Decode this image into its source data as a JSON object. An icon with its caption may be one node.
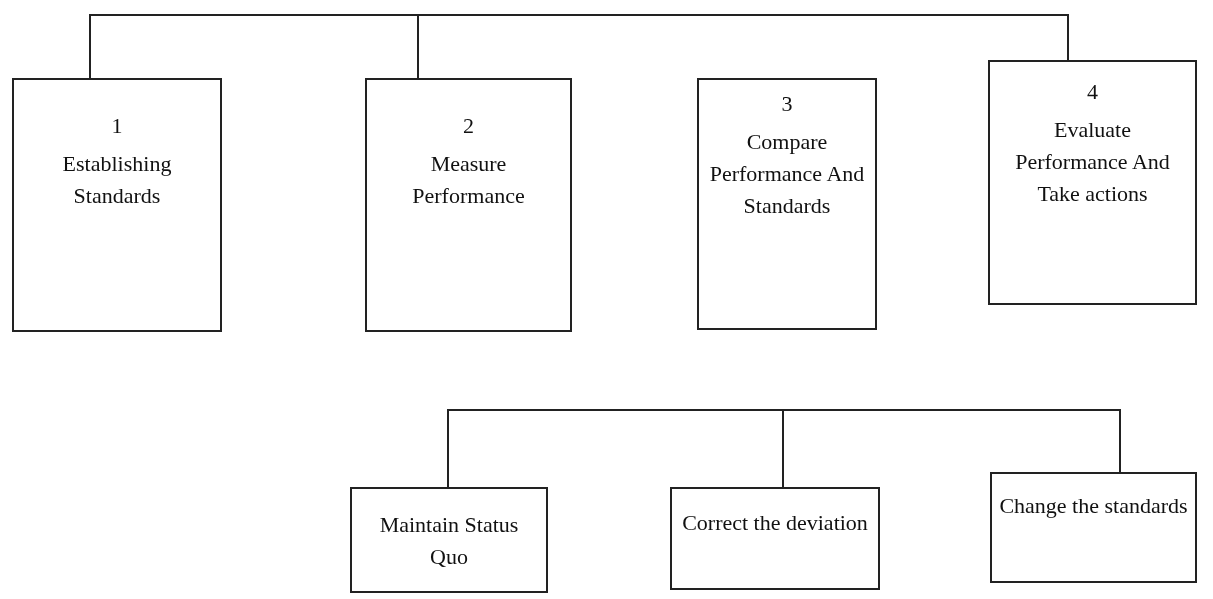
{
  "diagram": {
    "nodes": [
      {
        "text": [
          "1",
          "Establishing Standards"
        ]
      },
      {
        "text": [
          "2",
          "Measure Performance"
        ]
      },
      {
        "text": [
          "3",
          "Compare Performance And Standards"
        ]
      },
      {
        "text": [
          "4",
          "Evaluate Performance And Take actions"
        ]
      },
      {
        "text": [
          "Maintain Status Quo"
        ]
      },
      {
        "text": [
          "Correct the deviation"
        ]
      },
      {
        "text": [
          "Change the standards"
        ]
      }
    ],
    "edges": [
      {
        "from": 0,
        "to": 1,
        "arrow": "none"
      },
      {
        "from": 1,
        "to": 3,
        "arrow": "none"
      },
      {
        "from": 4,
        "to": 5,
        "arrow": "none"
      },
      {
        "from": 5,
        "to": 6,
        "arrow": "none"
      }
    ]
  }
}
